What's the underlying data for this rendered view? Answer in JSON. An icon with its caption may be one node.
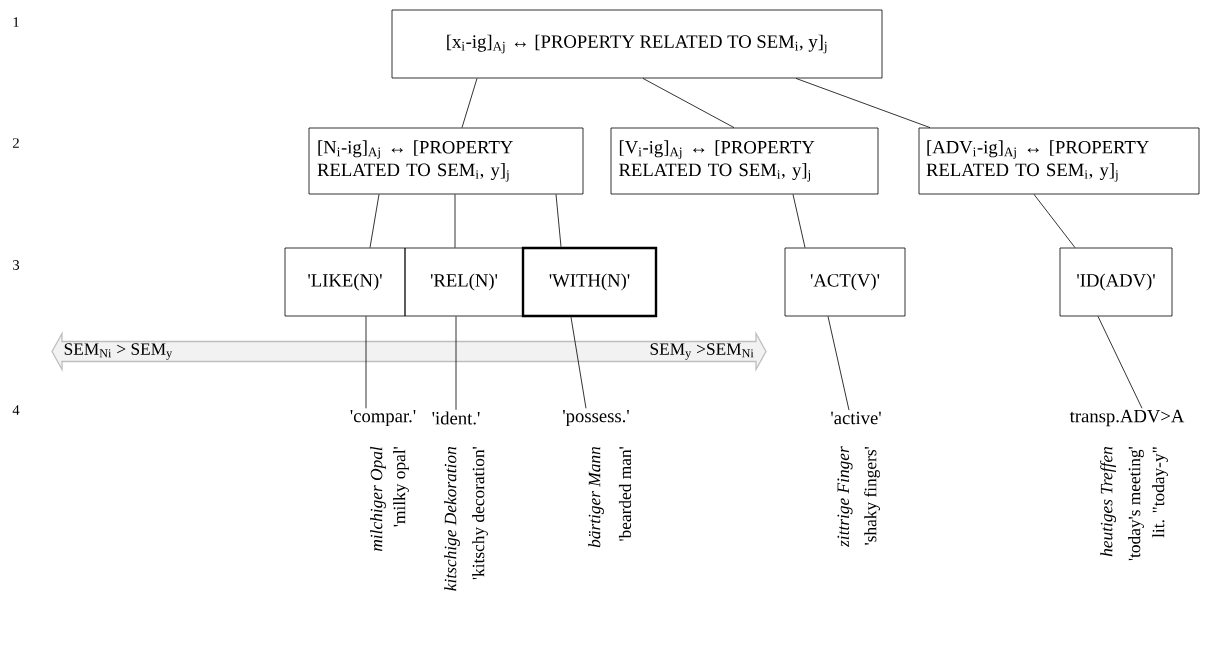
{
  "diagram": {
    "nodes": [
      {
        "text": [
          "[x$_{i}$-ig]$_{Aj}$ ↔ [PROPERTY RELATED TO SEM$_{i}$, y]$_{j}$"
        ]
      },
      {
        "text": [
          "[N$_{i}$-ig]$_{Aj}$ ↔ [PROPERTY RELATED TO SEM$_{i}$, y]$_{j}$"
        ]
      },
      {
        "text": [
          "[V$_{i}$-ig]$_{Aj}$ ↔ [PROPERTY RELATED TO SEM$_{i}$, y]$_{j}$"
        ]
      },
      {
        "text": [
          "[ADV$_{i}$-ig]$_{Aj}$ ↔ [PROPERTY RELATED TO SEM$_{i}$, y]$_{j}$"
        ]
      },
      {
        "text": [
          "'LIKE(N)'"
        ]
      },
      {
        "text": [
          "'REL(N)'"
        ]
      },
      {
        "text": [
          "'WITH(N)'"
        ]
      },
      {
        "text": [
          "'ACT(V)'"
        ]
      },
      {
        "text": [
          "'ID(ADV)'"
        ]
      },
      {
        "text": [
          "'compar.'"
        ],
        "beside": [
          "milchiger Opal",
          "'milky opal'"
        ]
      },
      {
        "text": [
          "'ident.'"
        ],
        "beside": [
          "kitschige Dekoration",
          "'kitschy decoration'"
        ]
      },
      {
        "text": [
          "'possess.'"
        ],
        "beside": [
          "bärtiger Mann",
          "'bearded man'"
        ]
      },
      {
        "text": [
          "'active'"
        ],
        "beside": [
          "zittrige Finger",
          "'shaky fingers'"
        ]
      },
      {
        "text": [
          "transp.ADV>A"
        ],
        "beside": [
          "heutiges Treffen",
          "'today's meeting'",
          "lit. \"today-y\""
        ]
      }
    ],
    "edges": [
      {
        "from": 0,
        "to": 1,
        "arrow": "none"
      },
      {
        "from": 0,
        "to": 2,
        "arrow": "none"
      },
      {
        "from": 0,
        "to": 3,
        "arrow": "none"
      },
      {
        "from": 1,
        "to": 4,
        "arrow": "none"
      },
      {
        "from": 1,
        "to": 5,
        "arrow": "none"
      },
      {
        "from": 1,
        "to": 6,
        "arrow": "none"
      },
      {
        "from": 2,
        "to": 7,
        "arrow": "none"
      },
      {
        "from": 3,
        "to": 8,
        "arrow": "none"
      },
      {
        "from": 4,
        "to": 9,
        "arrow": "none"
      },
      {
        "from": 5,
        "to": 10,
        "arrow": "none"
      },
      {
        "from": 6,
        "to": 11,
        "arrow": "none"
      },
      {
        "from": 7,
        "to": 12,
        "arrow": "none"
      },
      {
        "from": 8,
        "to": 13,
        "arrow": "none"
      }
    ],
    "labels": [
      "1",
      "2",
      "3",
      "SEM$_{Ni}$ > SEM$_{y}$",
      "SEM$_{y}$ >SEM$_{Ni}$",
      "4"
    ]
  }
}
